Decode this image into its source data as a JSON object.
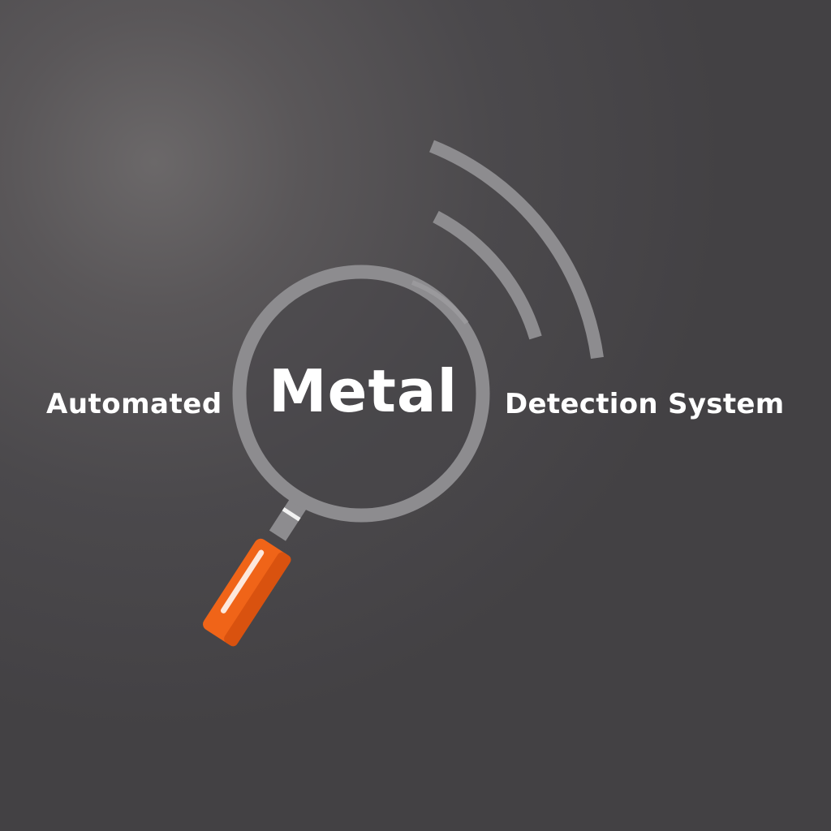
{
  "title": {
    "left_word": "Automated",
    "center_word": "Metal",
    "right_word": "Detection System"
  },
  "icons": {
    "magnifier": "magnifying-glass-icon",
    "signal": "signal-waves-icon"
  },
  "colors": {
    "background": "#434144",
    "lens_ring": "#8d8c8f",
    "handle": "#f06418",
    "text": "#ffffff"
  }
}
